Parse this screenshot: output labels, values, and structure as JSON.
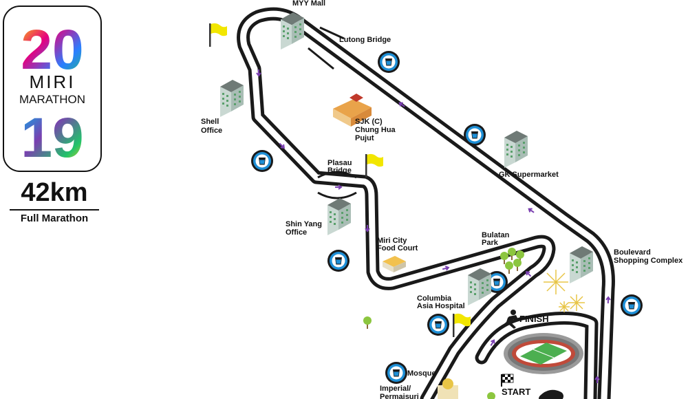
{
  "event": {
    "year_top": "20",
    "year_bottom": "19",
    "name_line1": "MIRI",
    "name_line2": "MARATHON",
    "distance": "42km",
    "category": "Full Marathon"
  },
  "landmarks": {
    "myy_mall": "MYY Mall",
    "lutong_bridge": "Lutong Bridge",
    "shell_office_1": "Shell",
    "shell_office_2": "Office",
    "sjk_1": "SJK (C)",
    "sjk_2": "Chung Hua",
    "sjk_3": "Pujut",
    "plasau_1": "Plasau",
    "plasau_2": "Bridge",
    "gk_supermarket": "GK Supermarket",
    "shin_yang_1": "Shin Yang",
    "shin_yang_2": "Office",
    "food_court_1": "Miri City",
    "food_court_2": "Food Court",
    "bulatan_1": "Bulatan",
    "bulatan_2": "Park",
    "boulevard_1": "Boulevard",
    "boulevard_2": "Shopping Complex",
    "columbia_1": "Columbia",
    "columbia_2": "Asia Hospital",
    "finish": "FINISH",
    "mosque": "Mosque",
    "imperial": "Imperial/",
    "permaisuri": "Permaisuri",
    "start": "START"
  },
  "colors": {
    "route": "#1a1a1a",
    "arrow": "#7a3fb0",
    "water_station": "#1e8fd6",
    "flag": "#f2e600",
    "tree": "#8cc63f"
  },
  "icons": [
    "water-station-icon",
    "flag-icon",
    "building-icon",
    "runner-icon",
    "checkered-flag-icon",
    "fireworks-icon",
    "stadium-icon",
    "tree-icon"
  ]
}
